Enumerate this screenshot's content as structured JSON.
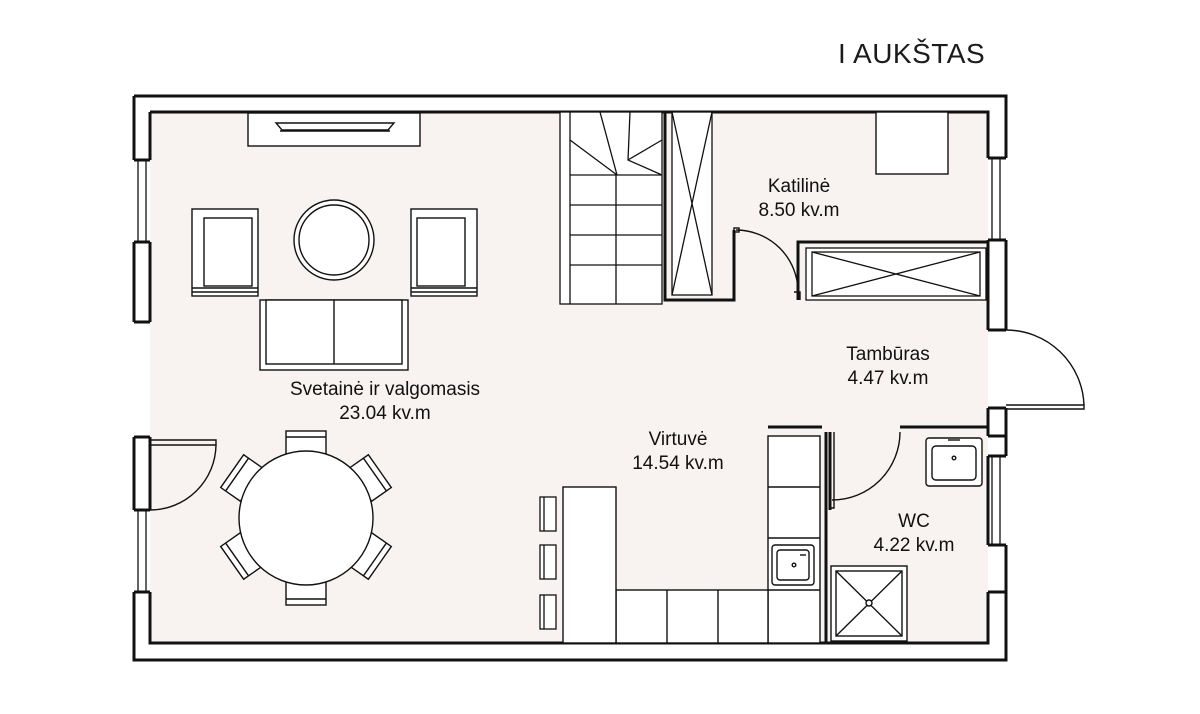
{
  "title": "I AUKŠTAS",
  "colors": {
    "wall": "#111111",
    "floor": "#f8f2f0",
    "line": "#1a1a1a",
    "background": "#ffffff"
  },
  "rooms": [
    {
      "key": "living",
      "name": "Svetainė ir valgomasis",
      "area": "23.04 kv.m"
    },
    {
      "key": "boiler",
      "name": "Katilinė",
      "area": "8.50 kv.m"
    },
    {
      "key": "vestibule",
      "name": "Tambūras",
      "area": "4.47 kv.m"
    },
    {
      "key": "kitchen",
      "name": "Virtuvė",
      "area": "14.54 kv.m"
    },
    {
      "key": "wc",
      "name": "WC",
      "area": "4.22 kv.m"
    }
  ]
}
